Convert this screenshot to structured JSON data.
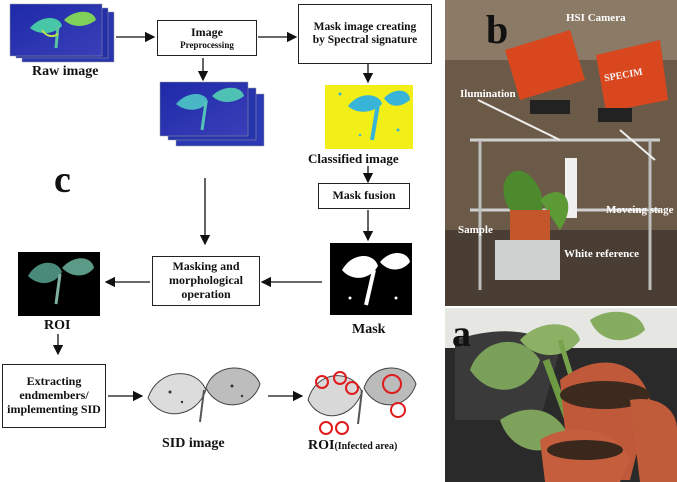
{
  "flow": {
    "raw_image": "Raw image",
    "preprocess_title": "Image",
    "preprocess_sub": "Preprocessing",
    "mask_create": "Mask image creating by Spectral signature",
    "classified": "Classified image",
    "mask_fusion": "Mask fusion",
    "masking": "Masking and morphological operation",
    "mask": "Mask",
    "roi": "ROI",
    "extracting": "Extracting endmembers/ implementing SID",
    "sid_image": "SID image",
    "roi_infected_main": "ROI",
    "roi_infected_sub": "(Infected area)"
  },
  "panels": {
    "c": "c",
    "b": "b",
    "a": "a"
  },
  "photo_labels": {
    "hsi_camera": "HSI Camera",
    "illumination": "Ilumination",
    "moving_stage": "Moveing stage",
    "sample": "Sample",
    "white_reference": "White reference",
    "brand": "SPECIM"
  },
  "colors": {
    "hsi_background": "#2a2fa0",
    "leaf_hsi": "#4ec0b0",
    "classified_yellow": "#f2ee17",
    "classified_leaf": "#37b4d8",
    "camera_orange": "#d9471f"
  }
}
